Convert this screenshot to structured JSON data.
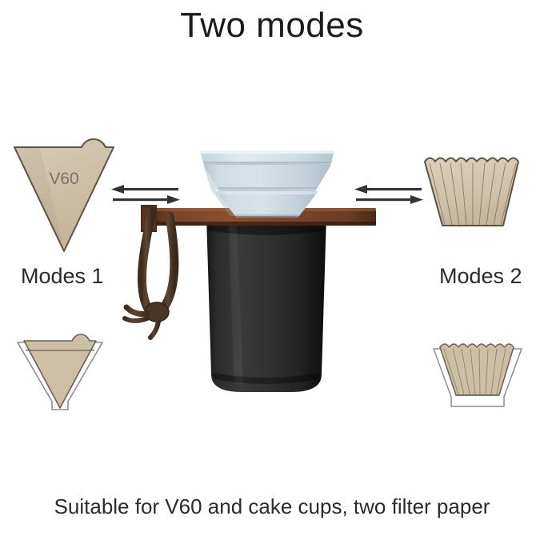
{
  "page": {
    "title": "Two modes",
    "caption": "Suitable for V60 and cake cups, two filter paper",
    "background_color": "#ffffff"
  },
  "modes": [
    {
      "id": "mode-1",
      "label": "Modes 1",
      "filter_type": "v60-cone-filter",
      "filter_label": "V60",
      "filter_color": "#cfc0a8",
      "filter_outline_color": "#5e5445",
      "position": "left"
    },
    {
      "id": "mode-2",
      "label": "Modes 2",
      "filter_type": "cake-fluted-filter",
      "filter_label": "",
      "filter_color": "#d3c4ac",
      "filter_outline_color": "#5e5445",
      "position": "right"
    }
  ],
  "arrows": {
    "left": {
      "name": "exchange-arrows-left",
      "top_direction": "left",
      "bottom_direction": "right"
    },
    "right": {
      "name": "exchange-arrows-right",
      "top_direction": "left",
      "bottom_direction": "right"
    }
  },
  "product": {
    "name": "pour-over-coffee-dripper-set",
    "dripper_color": "#c6d5dc",
    "wood_rail_color": "#6b3c23",
    "carafe_color": "#252525",
    "strap_color": "#54402f"
  },
  "colors": {
    "text": "#1b1b1b",
    "filter_paper": "#cfc0a8",
    "filter_outline": "#5e5445",
    "dripper": "#c6d5dc",
    "wood": "#6b3c23",
    "carafe": "#252525",
    "arrow": "#333333"
  }
}
